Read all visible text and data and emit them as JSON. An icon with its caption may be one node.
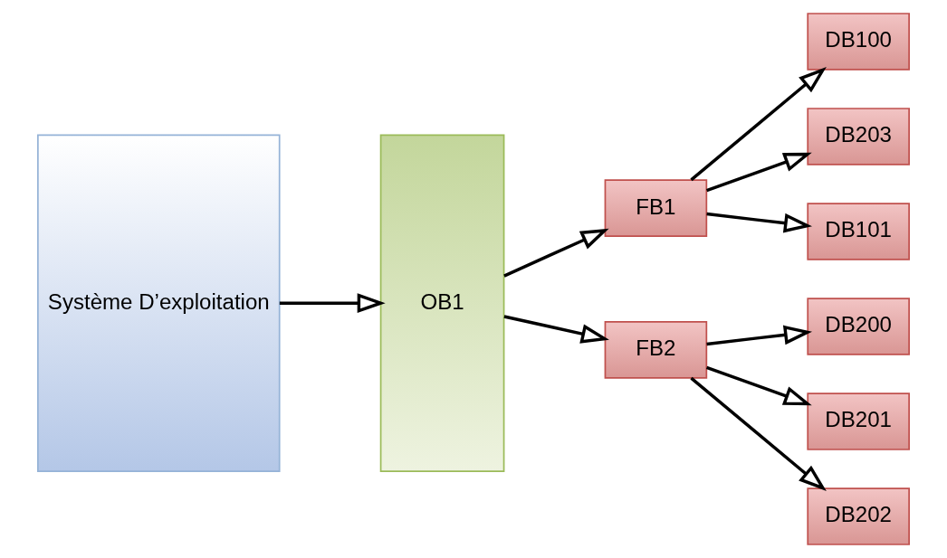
{
  "diagram": {
    "nodes": [
      {
        "text": [
          "Système D’exploitation"
        ]
      },
      {
        "text": [
          "OB1"
        ]
      },
      {
        "text": [
          "FB1"
        ]
      },
      {
        "text": [
          "FB2"
        ]
      },
      {
        "text": [
          "DB100"
        ]
      },
      {
        "text": [
          "DB203"
        ]
      },
      {
        "text": [
          "DB101"
        ]
      },
      {
        "text": [
          "DB200"
        ]
      },
      {
        "text": [
          "DB201"
        ]
      },
      {
        "text": [
          "DB202"
        ]
      }
    ],
    "edges": [
      {
        "from": 0,
        "to": 1,
        "arrow": "to"
      },
      {
        "from": 1,
        "to": 2,
        "arrow": "to"
      },
      {
        "from": 1,
        "to": 3,
        "arrow": "to"
      },
      {
        "from": 2,
        "to": 4,
        "arrow": "to"
      },
      {
        "from": 2,
        "to": 5,
        "arrow": "to"
      },
      {
        "from": 2,
        "to": 6,
        "arrow": "to"
      },
      {
        "from": 3,
        "to": 7,
        "arrow": "to"
      },
      {
        "from": 3,
        "to": 8,
        "arrow": "to"
      },
      {
        "from": 3,
        "to": 9,
        "arrow": "to"
      }
    ]
  }
}
